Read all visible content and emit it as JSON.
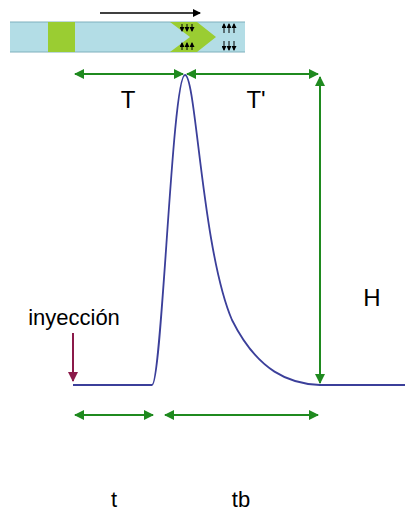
{
  "diagram": {
    "labels": [
      "T",
      "T'",
      "H",
      "inyección",
      "t",
      "tb"
    ]
  }
}
